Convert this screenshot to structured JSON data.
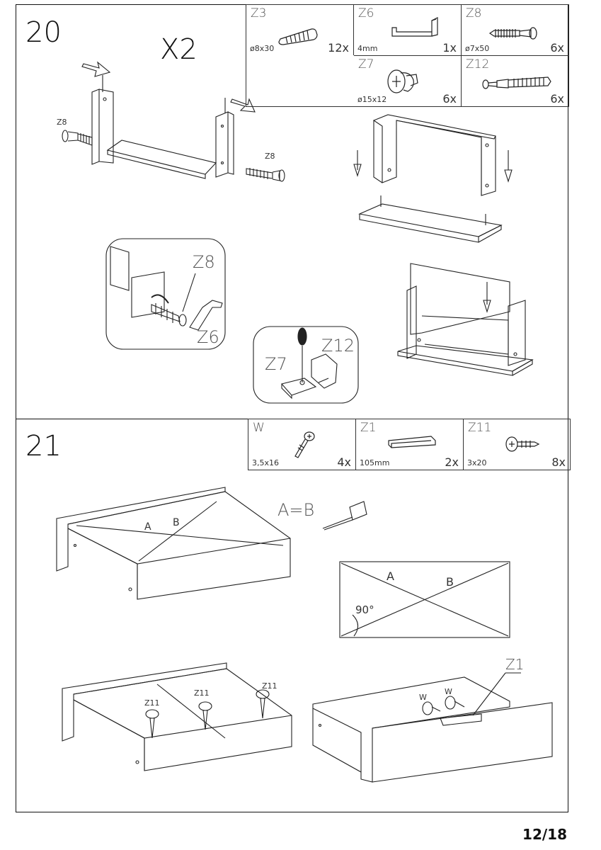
{
  "page": {
    "number": "12/18"
  },
  "step20": {
    "number": "20",
    "multiplier": "X2",
    "parts": [
      {
        "code": "Z3",
        "dim": "ø8x30",
        "qty": "12x",
        "icon": "dowel-icon"
      },
      {
        "code": "Z6",
        "dim": "4mm",
        "qty": "1x",
        "icon": "hex-key-icon"
      },
      {
        "code": "Z8",
        "dim": "ø7x50",
        "qty": "6x",
        "icon": "cam-bolt-icon"
      },
      {
        "code": "Z7",
        "dim": "ø15x12",
        "qty": "6x",
        "icon": "cam-lock-icon"
      },
      {
        "code": "Z12",
        "dim": "",
        "qty": "6x",
        "icon": "connector-screw-icon"
      }
    ],
    "labels": {
      "z8_left": "Z8",
      "z8_right": "Z8",
      "detail_z8": "Z8",
      "detail_z6": "Z6",
      "detail_z7": "Z7",
      "detail_z12": "Z12"
    }
  },
  "step21": {
    "number": "21",
    "parts": [
      {
        "code": "W",
        "dim": "3,5x16",
        "qty": "4x",
        "icon": "screw-icon"
      },
      {
        "code": "Z1",
        "dim": "105mm",
        "qty": "2x",
        "icon": "handle-icon"
      },
      {
        "code": "Z11",
        "dim": "3x20",
        "qty": "8x",
        "icon": "washer-screw-icon"
      }
    ],
    "labels": {
      "equal": "A=B",
      "diag_a": "A",
      "diag_b": "B",
      "rect_a": "A",
      "rect_b": "B",
      "angle": "90°",
      "z11_1": "Z11",
      "z11_2": "Z11",
      "z11_3": "Z11",
      "w_1": "W",
      "w_2": "W",
      "z1": "Z1"
    }
  }
}
